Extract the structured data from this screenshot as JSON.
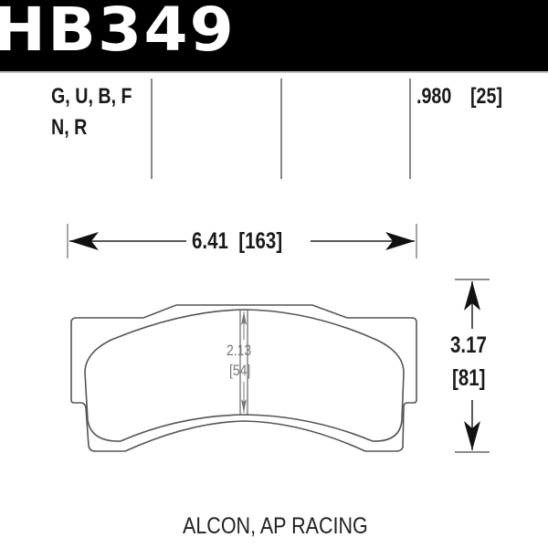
{
  "header": {
    "part_number": "HB349",
    "background_color": "#000000",
    "text_color": "#ffffff"
  },
  "compounds": {
    "line1": "G, U, B, F",
    "line2": "N, R"
  },
  "thickness": {
    "inches": ".980",
    "mm": "[25]"
  },
  "dimensions": {
    "length": {
      "inches": "6.41",
      "mm": "[163]",
      "label": "6.41  [163]"
    },
    "height": {
      "inches": "3.17",
      "mm": "[81]"
    },
    "inner_height": {
      "inches": "2.13",
      "mm": "[54]"
    }
  },
  "application": "ALCON, AP RACING",
  "colors": {
    "outline": "#555555",
    "text": "#1a1a1a",
    "inner_dimension_text": "#777777",
    "guide_lines": "#888888"
  }
}
